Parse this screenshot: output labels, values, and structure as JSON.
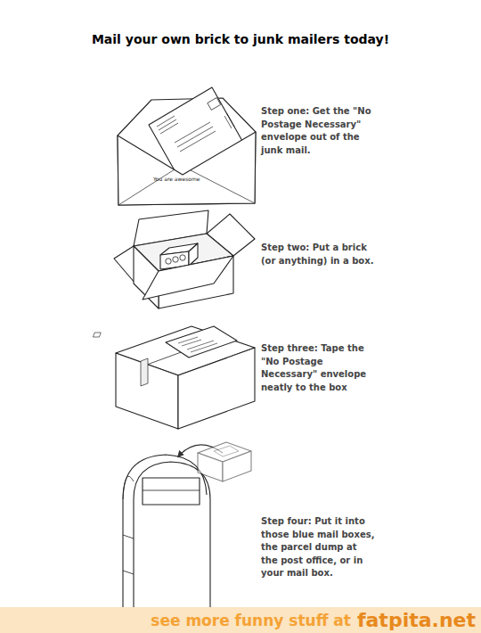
{
  "diagram": {
    "title": "Mail your own brick to junk mailers today!",
    "nodes": [
      {
        "text": [
          "see more funny stuff at",
          "fatpita.net"
        ]
      }
    ],
    "labels": [
      "Step one: Get the \"No Postage Necessary\" envelope out of the junk mail.",
      "You are awesome",
      "Step two: Put a brick (or anything) in a box.",
      "Step three: Tape the \"No Postage Necessary\" envelope neatly to the box",
      "Step four: Put it into those blue mail boxes, the parcel dump at the post office, or in your mail box."
    ]
  }
}
